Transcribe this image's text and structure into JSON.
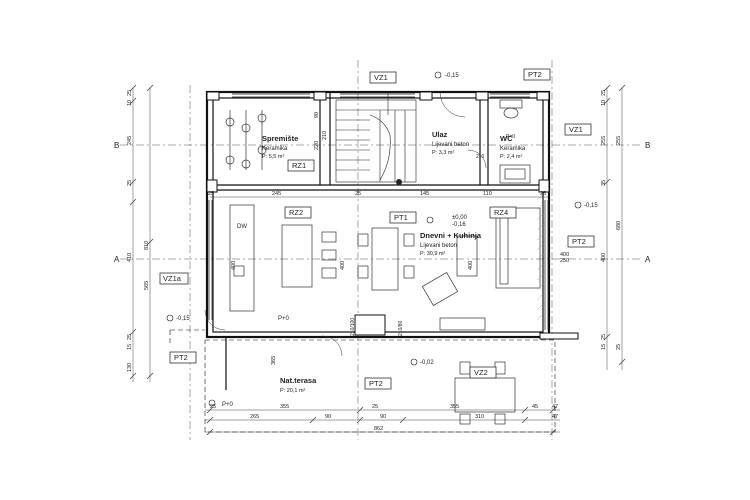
{
  "tags": {
    "vz1_top": "VZ1",
    "pt2_top": "PT2",
    "vz1_right": "VZ1",
    "rz1": "RZ1",
    "rz2": "RZ2",
    "pt1": "PT1",
    "rz4": "RZ4",
    "pt2_right": "PT2",
    "vz1a": "VZ1a",
    "pt2_left": "PT2",
    "pt2_terrace": "PT2",
    "vz2": "VZ2"
  },
  "grid": {
    "b_left": "B",
    "b_right": "B",
    "a_left": "A",
    "a_right": "A"
  },
  "rooms": {
    "spremiste": {
      "name": "Spremište",
      "floor": "Keramika",
      "area": "P: 5,5 m²"
    },
    "ulaz": {
      "name": "Ulaz",
      "floor": "Lijevani beton",
      "area": "P: 3,3 m²"
    },
    "wc": {
      "name": "WC",
      "floor": "Keramika",
      "area": "P: 2,4 m²"
    },
    "dnevni": {
      "name": "Dnevni + Kuhinja",
      "floor": "Lijevani beton",
      "area": "P: 30,9 m²"
    },
    "terasa": {
      "name": "Nat.terasa",
      "area": "P: 20,1 m²"
    }
  },
  "levels": {
    "top": "-0,15",
    "main_a": "±0,00",
    "main_b": "-0,16",
    "right": "-0,15",
    "left": "-0,15",
    "terrace": "-0,02",
    "door_pd": "P+0"
  },
  "labels": {
    "dw": "DW",
    "pd_label": "P+0",
    "d_210_100_a": "210/100",
    "d_210_100_b": "210/80",
    "d_210": "210",
    "d_p_0": "P=0"
  },
  "dims": {
    "top_row": [
      "245",
      "25",
      "145",
      "110",
      "25"
    ],
    "bottom_row1": [
      "25",
      "355",
      "25",
      "355",
      "45",
      "47"
    ],
    "bottom_row2": [
      "265",
      "90",
      "90",
      "310",
      "47"
    ],
    "overall_bottom": "862",
    "left_outer": [
      "25",
      "10",
      "245",
      "25",
      "410",
      "565",
      "25",
      "15",
      "130",
      "810"
    ],
    "right_outer": [
      "25",
      "10",
      "255",
      "35",
      "400",
      "680",
      "25",
      "15",
      "25"
    ],
    "inner": [
      "90",
      "210",
      "220",
      "400",
      "400",
      "250",
      "400",
      "255",
      "365",
      "400"
    ]
  }
}
